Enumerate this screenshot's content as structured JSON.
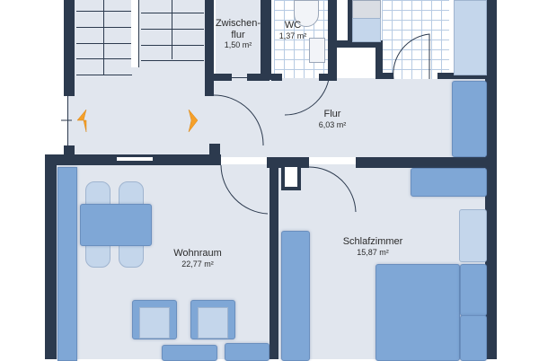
{
  "plan": {
    "type": "floor-plan",
    "rooms": [
      {
        "id": "zwischenflur",
        "name": "Zwischen-\nflur",
        "name_line1": "Zwischen-",
        "name_line2": "flur",
        "area": "1,50 m²"
      },
      {
        "id": "wc",
        "name": "WC",
        "area": "1,37 m²"
      },
      {
        "id": "flur",
        "name": "Flur",
        "area": "6,03 m²"
      },
      {
        "id": "wohnraum",
        "name": "Wohnraum",
        "area": "22,77 m²"
      },
      {
        "id": "schlafzimmer",
        "name": "Schlafzimmer",
        "area": "15,87 m²"
      }
    ],
    "markers": [
      {
        "id": "entrance-left",
        "shape": "orange-arrow-left"
      },
      {
        "id": "entrance-right",
        "shape": "orange-arrow-right"
      }
    ],
    "colors": {
      "wall": "#2c3a4e",
      "floor": "#e1e6ee",
      "furniture": "#7fa7d6",
      "furniture_light": "#c4d6eb",
      "tile_grid": "#b7cbe3",
      "marker": "#f5a02a"
    }
  }
}
